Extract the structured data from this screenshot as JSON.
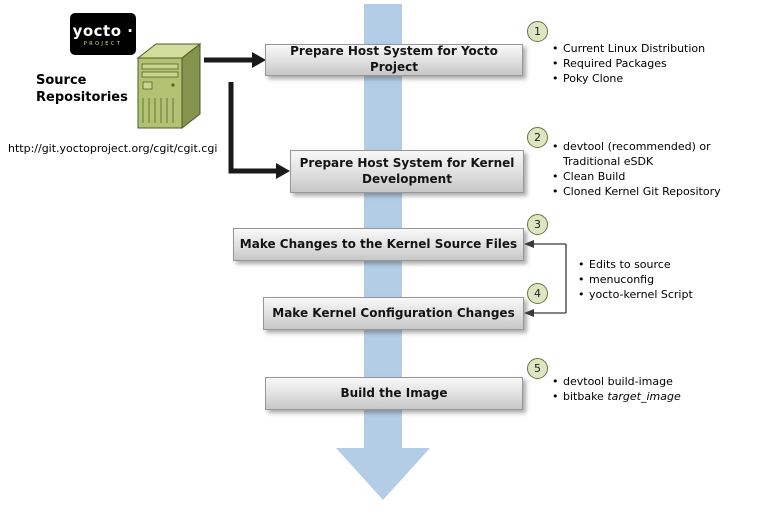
{
  "colors": {
    "flow_arrow_blue": "#b2cde5",
    "box_gradient_top": "#f8f8f8",
    "box_gradient_bottom": "#c7c7c7",
    "box_border": "#979797",
    "circle_fill": "#dde6c3",
    "circle_border": "#67763f",
    "server_green_front": "#b3c173",
    "server_green_top": "#d2dd9b",
    "server_green_side": "#84944e",
    "logo_bg": "#000000",
    "connector_black": "#1a1a1a"
  },
  "ui": {
    "bullet_char": "•"
  },
  "logo": {
    "title": "yocto ·",
    "subtitle": "PROJECT"
  },
  "source": {
    "title_line1": "Source",
    "title_line2": "Repositories",
    "url": "http://git.yoctoproject.org/cgit/cgit.cgi"
  },
  "steps": [
    {
      "num": "1",
      "label": "Prepare Host System for Yocto Project",
      "bullets": [
        "Current Linux Distribution",
        "Required Packages",
        "Poky Clone"
      ]
    },
    {
      "num": "2",
      "label": "Prepare Host System for Kernel Development",
      "bullets": [
        "devtool (recommended) or\nTraditional eSDK",
        "Clean Build",
        "Cloned Kernel Git Repository"
      ]
    },
    {
      "num": "3",
      "label": "Make Changes to the Kernel Source Files"
    },
    {
      "num": "4",
      "label": "Make Kernel Configuration Changes"
    },
    {
      "num": "5",
      "label": "Build the Image",
      "bullets": [
        {
          "text": "devtool build-image",
          "italic": ""
        },
        {
          "text": "bitbake ",
          "italic": "target_image"
        }
      ]
    }
  ],
  "shared_bullets_steps_3_4": [
    "Edits to source",
    "menuconfig",
    "yocto-kernel Script"
  ]
}
